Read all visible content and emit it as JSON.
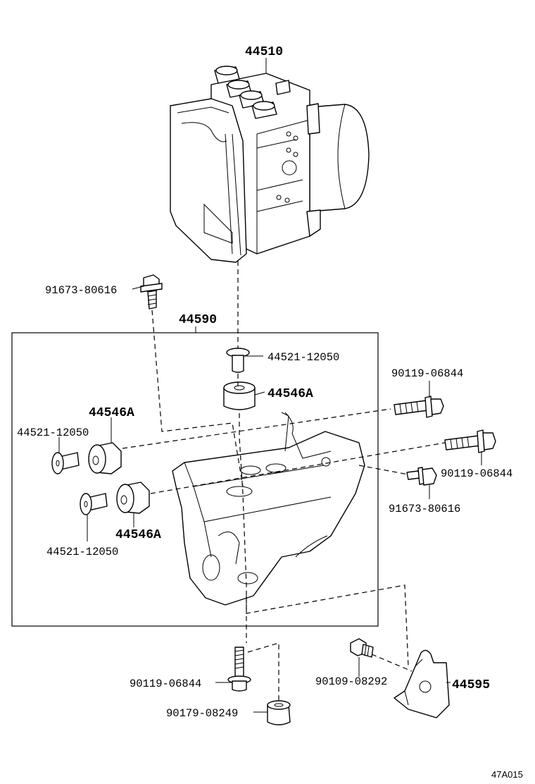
{
  "labels": {
    "actuator_assy": "44510",
    "bracket_assy": "44590",
    "bolt_upper_left": "91673-80616",
    "collar_top": "44521-12050",
    "cushion_top": "44546A",
    "cushion_left": "44546A",
    "collar_left": "44521-12050",
    "cushion_lower": "44546A",
    "collar_lower": "44521-12050",
    "bolt_right_upper": "90119-06844",
    "bolt_right_mid": "90119-06844",
    "bolt_right_lower": "91673-80616",
    "bolt_bottom": "90119-06844",
    "nut_bottom": "90179-08249",
    "bolt_small_bracket": "90109-08292",
    "small_bracket": "44595",
    "illustration_ref": "47A015"
  }
}
